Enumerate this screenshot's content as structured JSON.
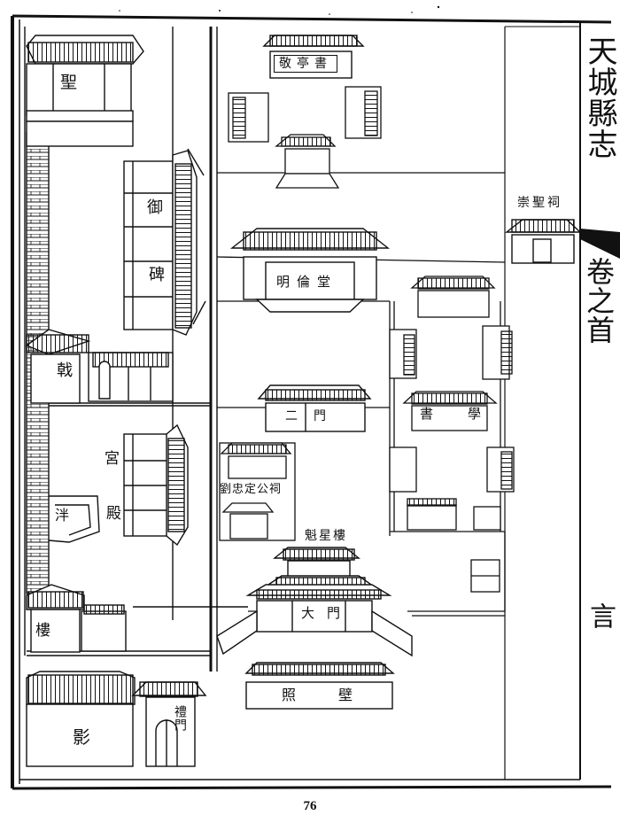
{
  "page_number": "76",
  "side_title": {
    "upper": "天城縣志",
    "lower": "卷之首"
  },
  "side_mark": "言",
  "labels": {
    "sheng_top": "聖",
    "yu_pavilion": "御",
    "bei_pavilion": "碑",
    "ji_xiao_ting": "敬亭書",
    "chongsheng_ci": "崇聖祠",
    "minglun_tang": "明倫堂",
    "xue_shu": "學",
    "xue_shu2": "書",
    "er_men": "二門",
    "ji_zhan": "戟",
    "gong_lou": "宮",
    "dian_hall": "殿",
    "ci_liu_zhong": "劉忠定公祠",
    "kui_xing_lou": "魁星樓",
    "da_men": "大門",
    "pan_chi": "泮",
    "shi_lou": "樓",
    "zhao_bi": "照壁",
    "ying_bi": "影",
    "li_men": "禮門"
  }
}
